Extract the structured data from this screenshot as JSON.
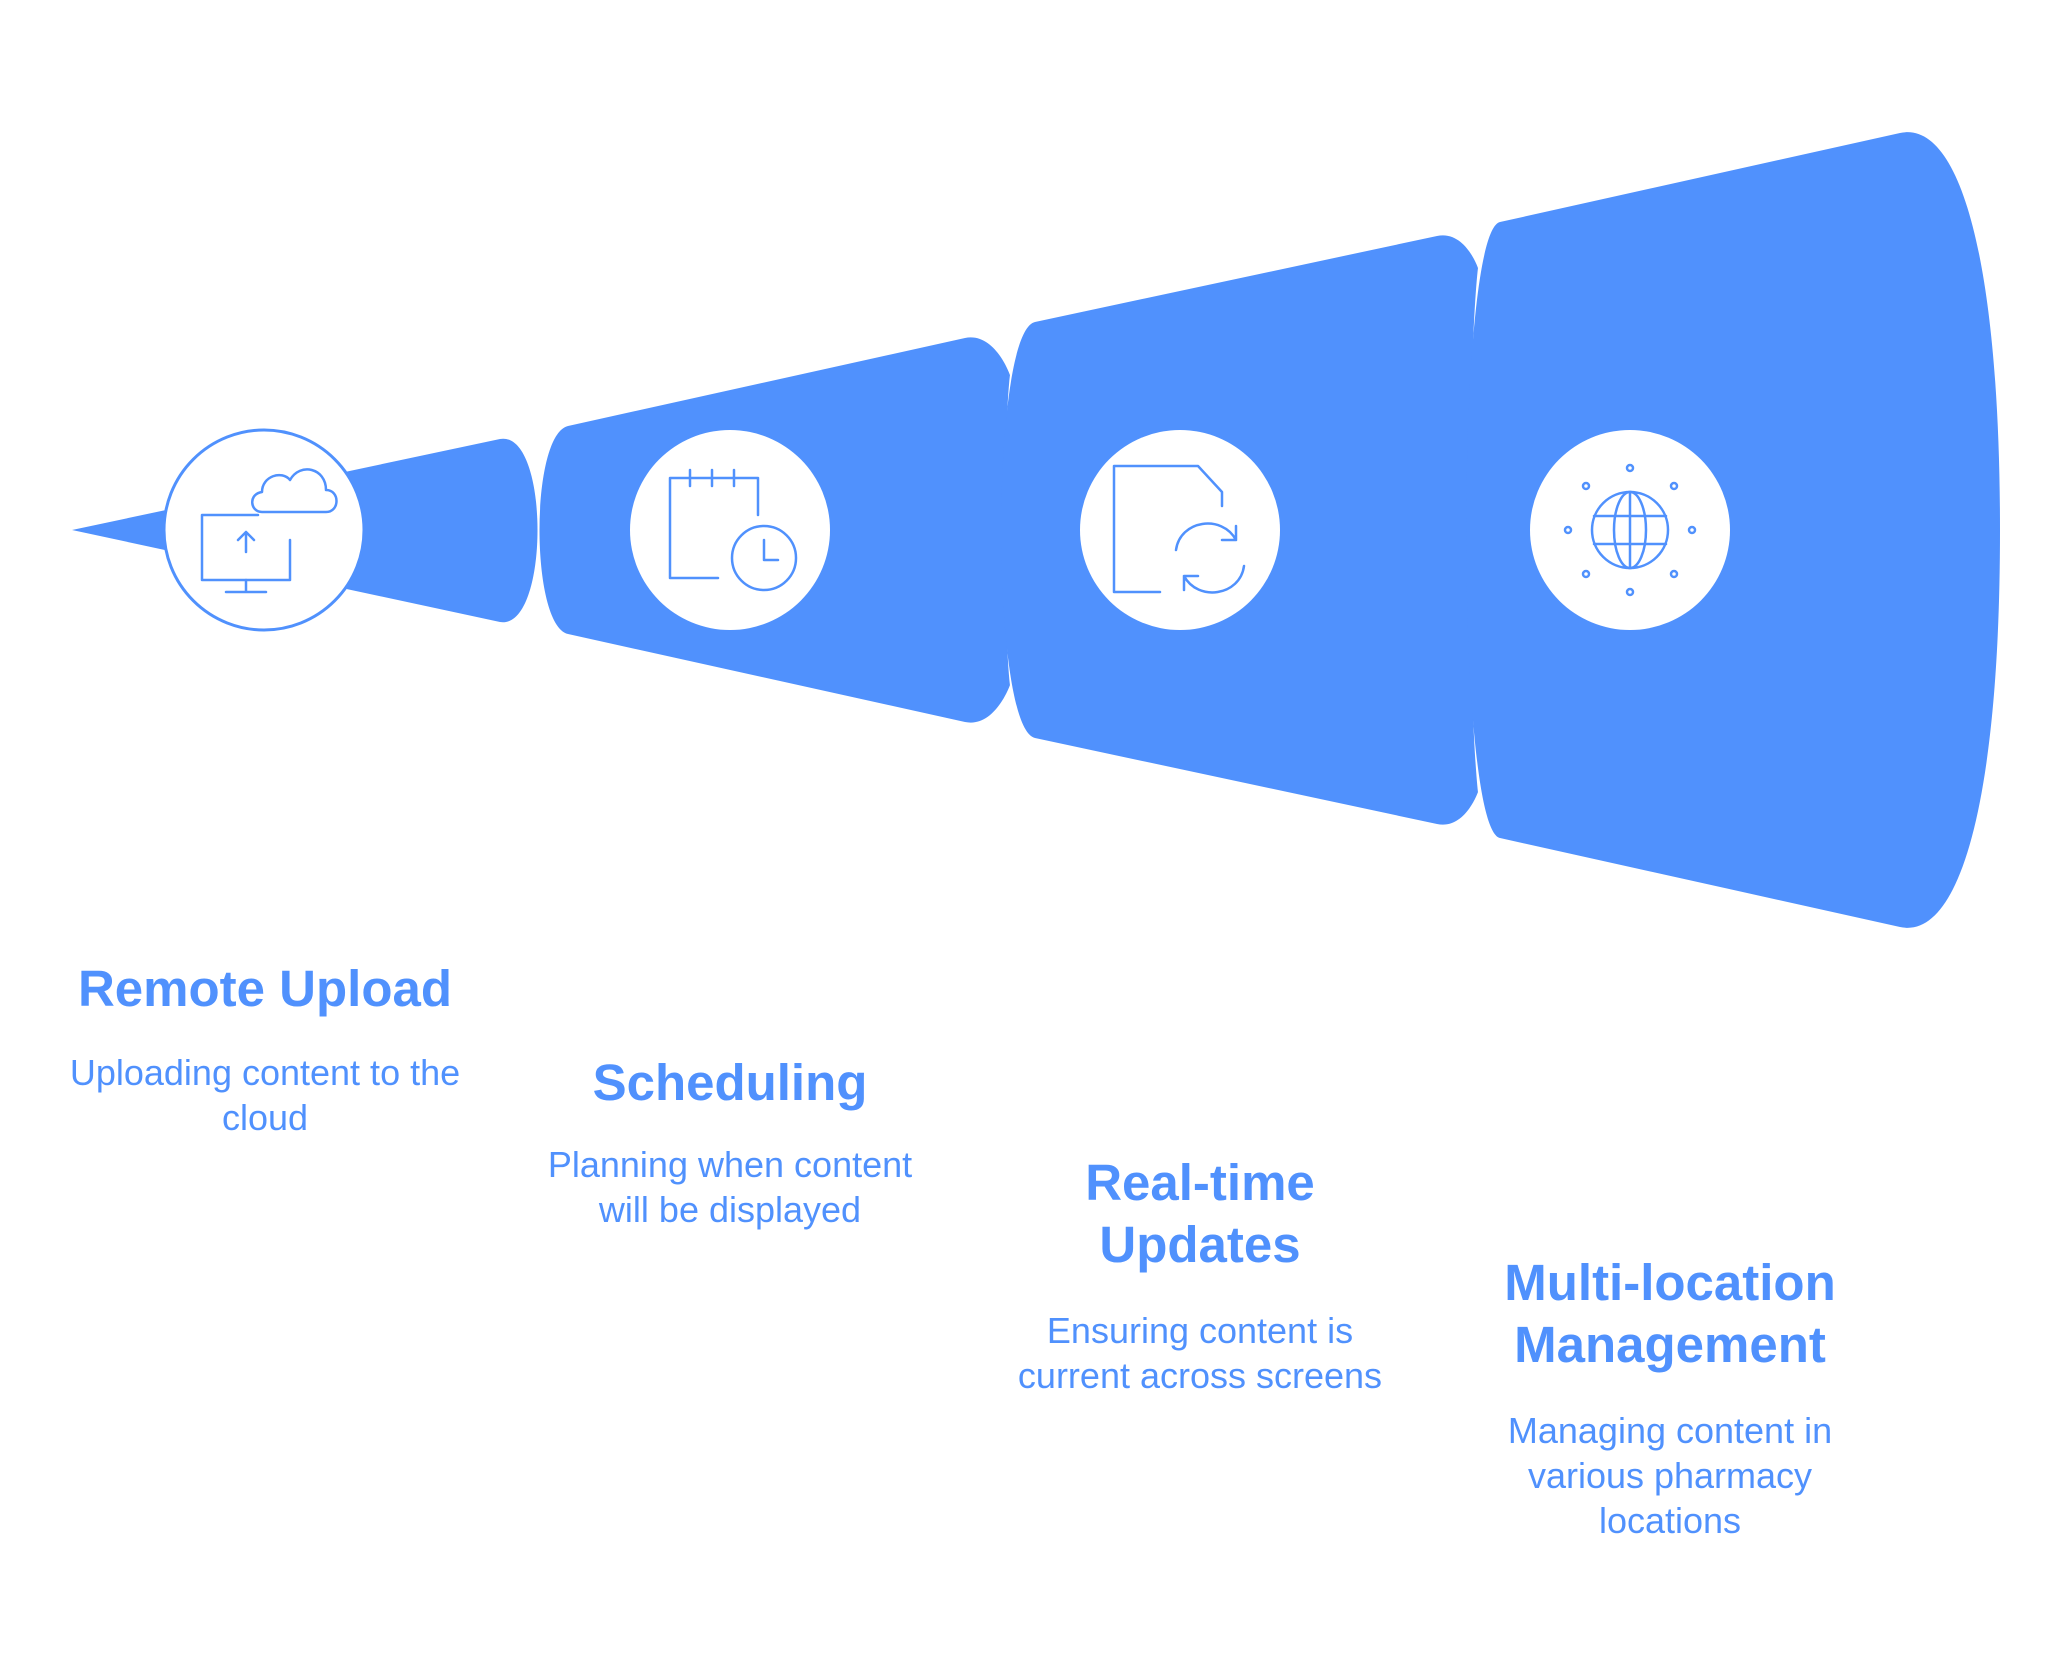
{
  "colors": {
    "funnel": "#5091fd",
    "circle": "#ffffff",
    "icon": "#5091fd",
    "title": "#5091fd",
    "description": "#5091fd"
  },
  "stages": [
    {
      "title": "Remote Upload",
      "description": "Uploading content to the cloud",
      "icon": "cloud-upload-monitor-icon"
    },
    {
      "title": "Scheduling",
      "description": "Planning when content will be displayed",
      "icon": "calendar-clock-icon"
    },
    {
      "title": "Real-time Updates",
      "description": "Ensuring content is current across screens",
      "icon": "document-sync-icon"
    },
    {
      "title": "Multi-location Management",
      "description": "Managing content in various pharmacy locations",
      "icon": "globe-network-icon"
    }
  ]
}
